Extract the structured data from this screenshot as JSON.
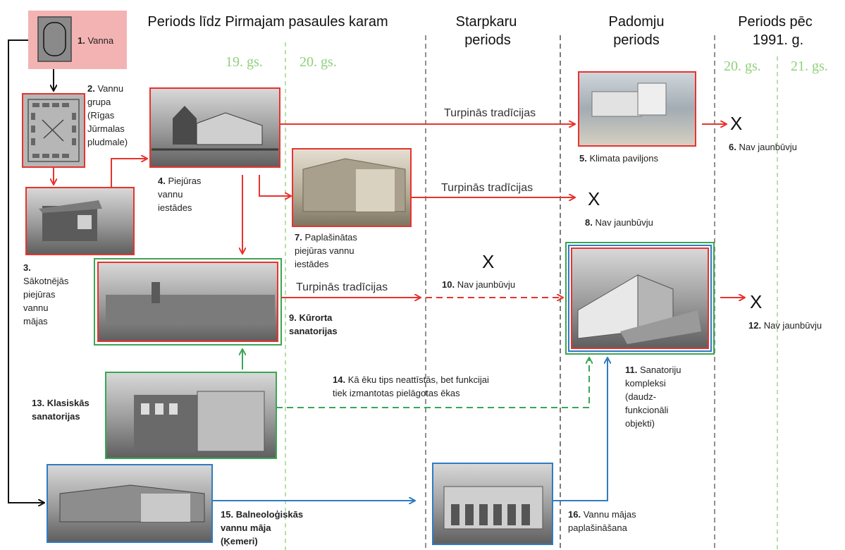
{
  "headers": {
    "pre_ww1": "Periods līdz Pirmajam pasaules karam",
    "interwar": [
      "Starpkaru",
      "periods"
    ],
    "soviet": [
      "Padomju",
      "periods"
    ],
    "post1991": [
      "Periods pēc",
      "1991. g."
    ]
  },
  "centuries": {
    "c19": "19. gs.",
    "c20a": "20. gs.",
    "c20b": "20. gs.",
    "c21": "21. gs."
  },
  "nodes": {
    "n1": {
      "num": "1.",
      "lines": [
        "Vanna"
      ]
    },
    "n2": {
      "num": "2.",
      "lines": [
        "Vannu",
        "grupa",
        "(Rīgas",
        "Jūrmalas",
        "pludmale)"
      ]
    },
    "n3": {
      "num": "3.",
      "lines": [
        "Sākotnējās",
        "piejūras",
        "vannu",
        "mājas"
      ]
    },
    "n4": {
      "num": "4.",
      "lines": [
        "Piejūras",
        "vannu",
        "iestādes"
      ]
    },
    "n5": {
      "num": "5.",
      "lines": [
        "Klimata paviljons"
      ]
    },
    "n6": {
      "num": "6.",
      "lines": [
        "Nav jaunbūvju"
      ]
    },
    "n7": {
      "num": "7.",
      "lines": [
        "Paplašinātas",
        "piejūras vannu",
        "iestādes"
      ]
    },
    "n8": {
      "num": "8.",
      "lines": [
        "Nav jaunbūvju"
      ]
    },
    "n9": {
      "num": "9.",
      "lines": [
        "Kūrorta",
        "sanatorijas"
      ]
    },
    "n10": {
      "num": "10.",
      "lines": [
        "Nav jaunbūvju"
      ]
    },
    "n11": {
      "num": "11.",
      "lines": [
        "Sanatoriju",
        "kompleksi",
        "(daudz-",
        "funkcionāli",
        "objekti)"
      ]
    },
    "n12": {
      "num": "12.",
      "lines": [
        "Nav jaunbūvju"
      ]
    },
    "n13": {
      "num": "13.",
      "lines": [
        "Klasiskās",
        "sanatorijas"
      ]
    },
    "n14": {
      "num": "14.",
      "lines": [
        "Kā ēku tips neattīstās, bet funkcijai",
        "tiek izmantotas pielāgotas ēkas"
      ]
    },
    "n15": {
      "num": "15.",
      "lines": [
        "Balneoloģiskās",
        "vannu māja",
        "(Ķemeri)"
      ]
    },
    "n16": {
      "num": "16.",
      "lines": [
        "Vannu mājas",
        "paplašināšana"
      ]
    }
  },
  "flow_labels": {
    "a": "Turpinās tradīcijas",
    "b": "Turpinās tradīcijas",
    "c": "Turpinās tradīcijas"
  },
  "x_mark": "X",
  "colors": {
    "red": "#e8332e",
    "green": "#3aa654",
    "blue": "#2f7cc1",
    "century": "#8fd07a",
    "vanna_bg": "#f4b3b3",
    "photo": "#8a8a8a"
  }
}
